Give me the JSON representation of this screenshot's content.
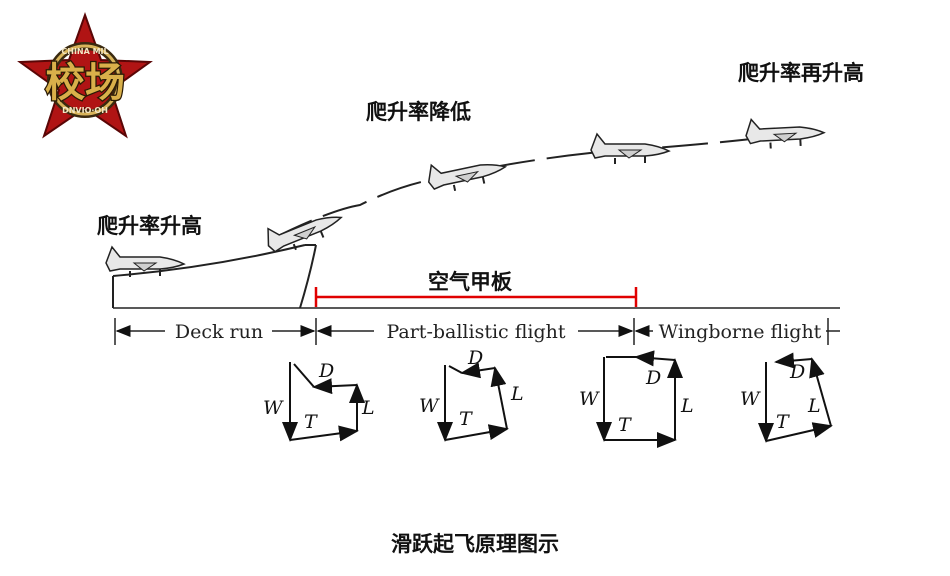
{
  "logo": {
    "main_text": "校场",
    "ring_text": "CHINA MIL",
    "ring_text_bottom": "DNVIO·OH"
  },
  "annotations": {
    "climb_rate_up": "爬升率升高",
    "climb_rate_down": "爬升率降低",
    "climb_rate_up_again": "爬升率再升高",
    "air_deck": "空气甲板"
  },
  "phases": {
    "deck_run": "Deck run",
    "part_ballistic": "Part-ballistic flight",
    "wingborne": "Wingborne flight"
  },
  "force_labels": {
    "weight": "W",
    "thrust": "T",
    "lift": "L",
    "drag": "D"
  },
  "caption": "滑跃起飞原理图示",
  "colors": {
    "air_deck_line": "#e00000",
    "text": "#111111",
    "star": "#b01414"
  }
}
